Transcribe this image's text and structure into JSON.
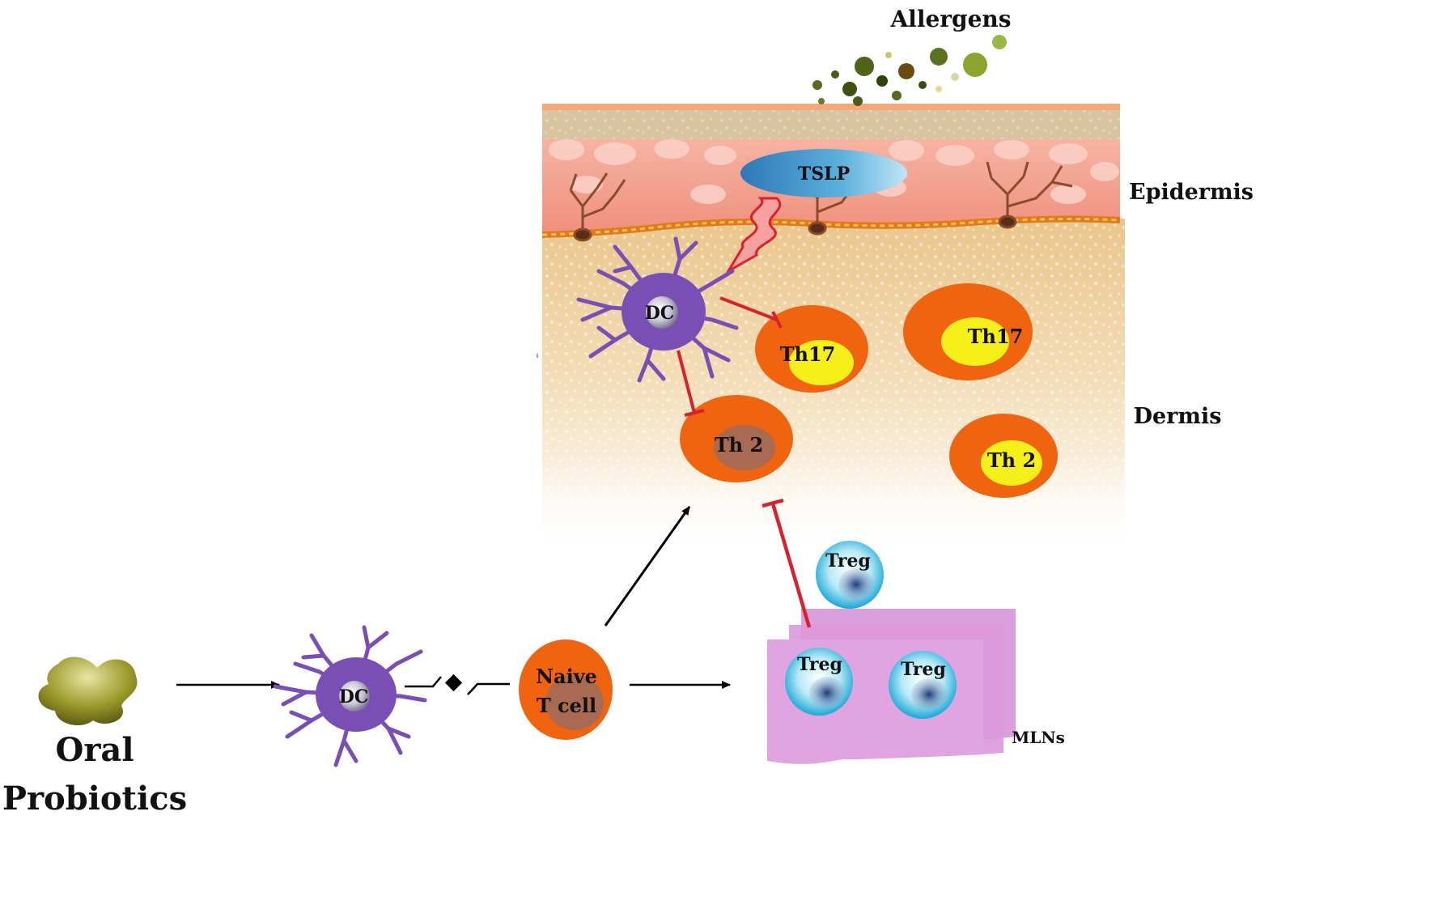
{
  "labels": {
    "allergens": "Allergens",
    "tslp": "TSLP",
    "epidermis": "Epidermis",
    "dermis": "Dermis",
    "mlns": "MLNs",
    "oral_line1": "Oral",
    "oral_line2": "Probiotics"
  },
  "cells": {
    "dc_skin": "DC",
    "dc_gut": "DC",
    "th17_a": "Th17",
    "th17_b": "Th17",
    "th2_a": "Th 2",
    "th2_b": "Th 2",
    "naive_line1": "Naive",
    "naive_line2": "T cell",
    "treg_top": "Treg",
    "treg_left": "Treg",
    "treg_right": "Treg"
  },
  "colors": {
    "orange_cell": "#f0640f",
    "yellow_nucleus": "#f5f01a",
    "brown_nucleus": "#a86a50",
    "dc_purple": "#7a4fb5",
    "inhibit_red": "#d9202e",
    "mln_pink": "#e0a4e0",
    "tslp_blue": "#3a8cc6"
  }
}
